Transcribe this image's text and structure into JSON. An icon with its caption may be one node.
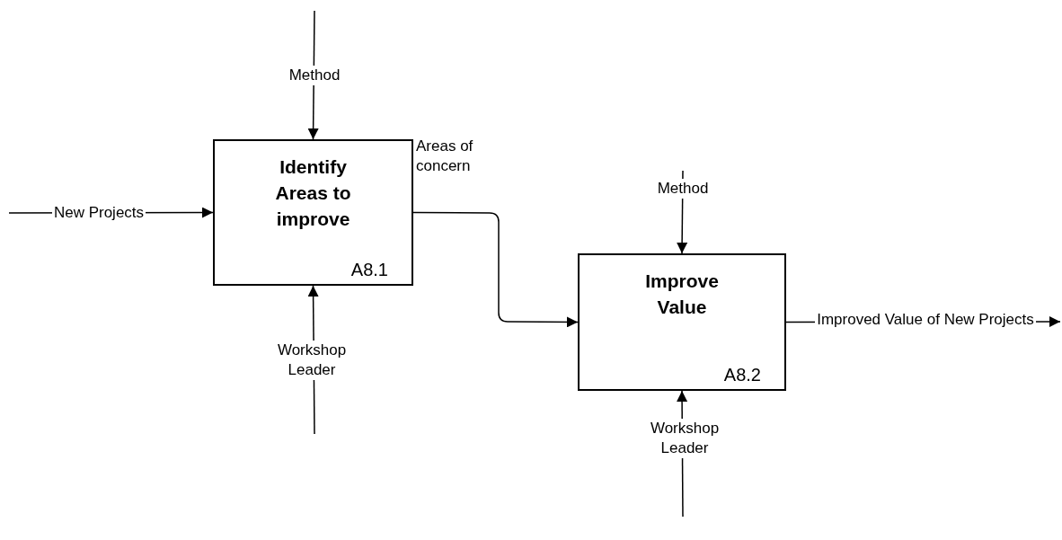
{
  "diagram": {
    "nodes": [
      {
        "text": [
          "Identify Areas to improve",
          "A8.1"
        ]
      },
      {
        "text": [
          "Improve Value",
          "A8.2"
        ]
      }
    ],
    "edges": [
      {
        "from": null,
        "to": 0,
        "arrow": "to",
        "label": "Method"
      },
      {
        "from": null,
        "to": 0,
        "arrow": "to",
        "label": "New Projects"
      },
      {
        "from": null,
        "to": 0,
        "arrow": "to",
        "label": "Workshop Leader"
      },
      {
        "from": 0,
        "to": 1,
        "arrow": "to",
        "label": "Areas of concern"
      },
      {
        "from": null,
        "to": 1,
        "arrow": "to",
        "label": "Method"
      },
      {
        "from": null,
        "to": 1,
        "arrow": "to",
        "label": "Workshop Leader"
      },
      {
        "from": 1,
        "to": null,
        "arrow": "to",
        "label": "Improved Value of New Projects"
      }
    ]
  }
}
